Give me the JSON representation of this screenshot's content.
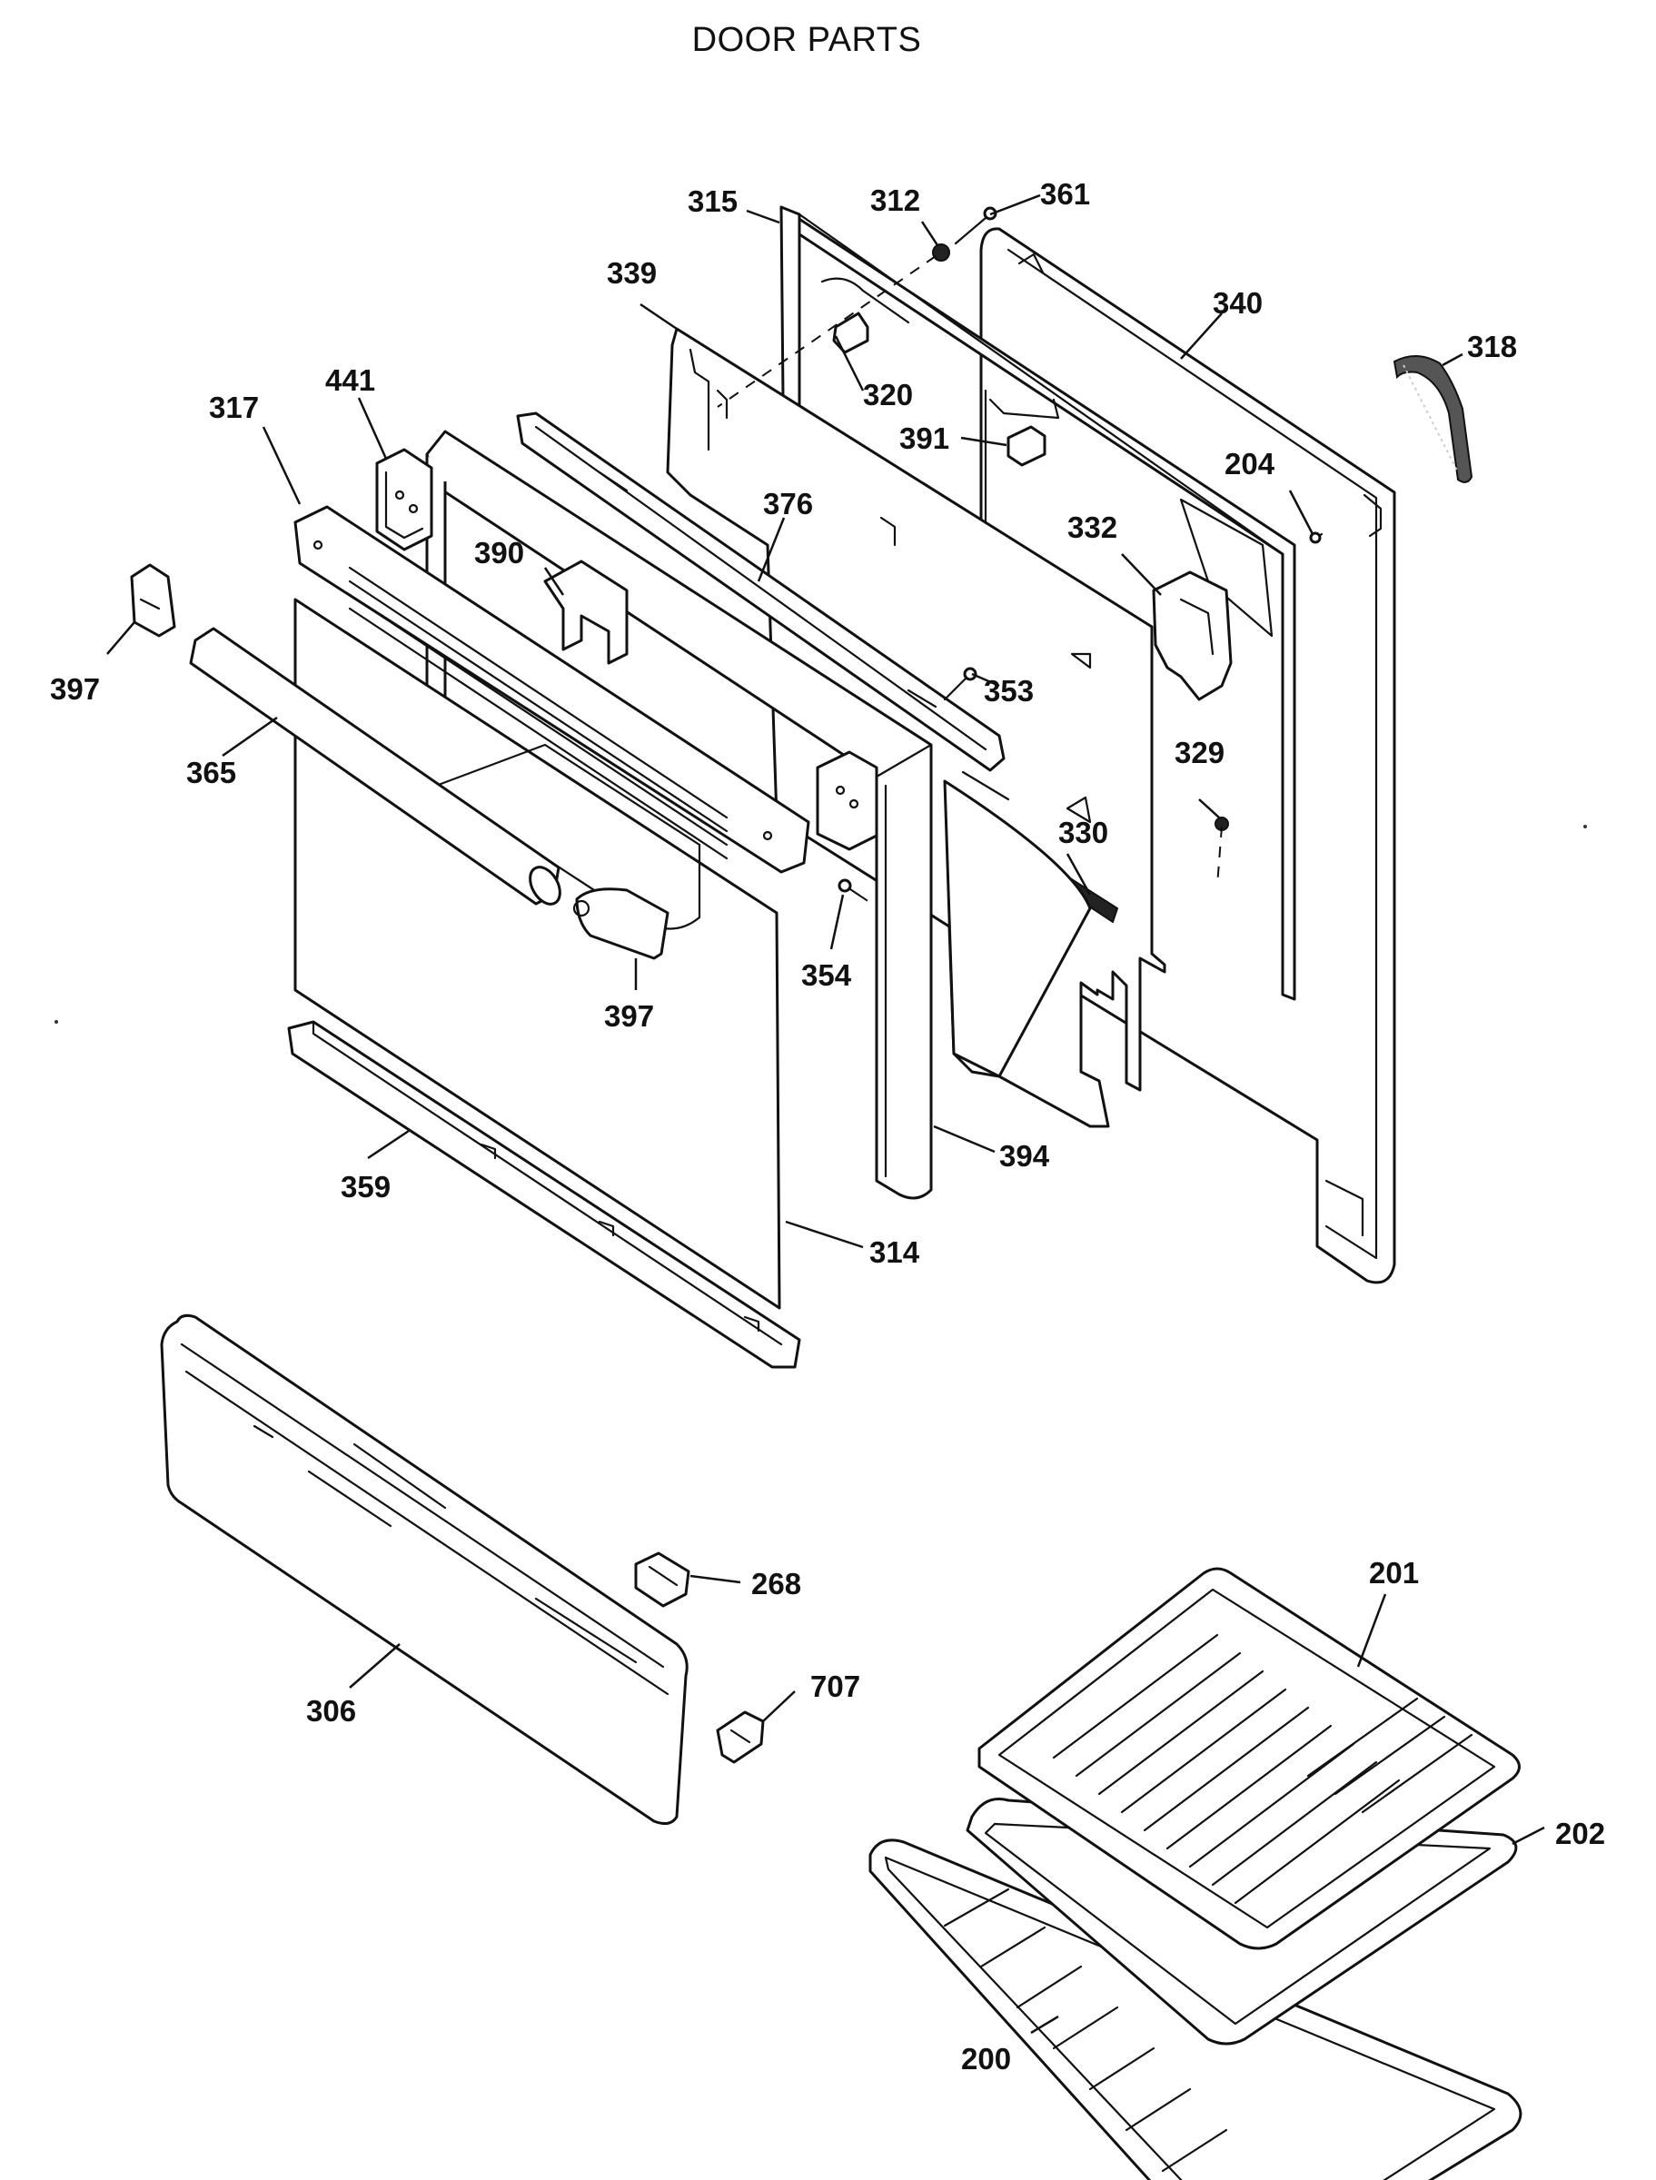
{
  "title": "DOOR PARTS",
  "labels": [
    {
      "id": "315",
      "text": "315"
    },
    {
      "id": "312",
      "text": "312"
    },
    {
      "id": "361",
      "text": "361"
    },
    {
      "id": "339",
      "text": "339"
    },
    {
      "id": "340",
      "text": "340"
    },
    {
      "id": "318",
      "text": "318"
    },
    {
      "id": "441",
      "text": "441"
    },
    {
      "id": "320",
      "text": "320"
    },
    {
      "id": "317",
      "text": "317"
    },
    {
      "id": "391",
      "text": "391"
    },
    {
      "id": "204",
      "text": "204"
    },
    {
      "id": "376",
      "text": "376"
    },
    {
      "id": "390",
      "text": "390"
    },
    {
      "id": "332",
      "text": "332"
    },
    {
      "id": "397a",
      "text": "397"
    },
    {
      "id": "353",
      "text": "353"
    },
    {
      "id": "365",
      "text": "365"
    },
    {
      "id": "329",
      "text": "329"
    },
    {
      "id": "330",
      "text": "330"
    },
    {
      "id": "354",
      "text": "354"
    },
    {
      "id": "397b",
      "text": "397"
    },
    {
      "id": "394",
      "text": "394"
    },
    {
      "id": "359",
      "text": "359"
    },
    {
      "id": "314",
      "text": "314"
    },
    {
      "id": "268",
      "text": "268"
    },
    {
      "id": "201",
      "text": "201"
    },
    {
      "id": "707",
      "text": "707"
    },
    {
      "id": "306",
      "text": "306"
    },
    {
      "id": "202",
      "text": "202"
    },
    {
      "id": "200",
      "text": "200"
    }
  ]
}
